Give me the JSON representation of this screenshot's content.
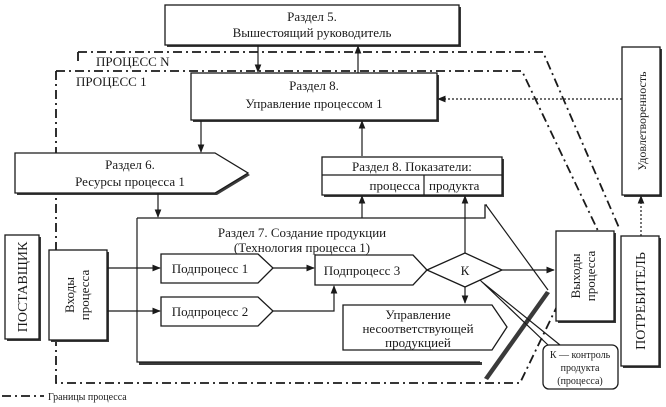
{
  "diagram": {
    "section5": {
      "line1": "Раздел 5.",
      "line2": "Вышестоящий руководитель"
    },
    "process_n_label": "ПРОЦЕСС N",
    "process_1_label": "ПРОЦЕСС 1",
    "section8_mgmt": {
      "line1": "Раздел 8.",
      "line2": "Управление процессом 1"
    },
    "section6": {
      "line1": "Раздел 6.",
      "line2": "Ресурсы процесса 1"
    },
    "section8_indicators": {
      "title": "Раздел 8. Показатели:",
      "col1": "процесса",
      "col2": "продукта"
    },
    "section7": {
      "line1": "Раздел 7. Создание продукции",
      "line2": "(Технология процесса 1)"
    },
    "supplier": "ПОСТАВЩИК",
    "inputs": {
      "line1": "Входы",
      "line2": "процесса"
    },
    "subprocess1": "Подпроцесс 1",
    "subprocess2": "Подпроцесс 2",
    "subprocess3": "Подпроцесс 3",
    "control_k": "К",
    "nonconforming": {
      "line1": "Управление",
      "line2": "несоответствующей",
      "line3": "продукцией"
    },
    "outputs": {
      "line1": "Выходы",
      "line2": "процесса"
    },
    "consumer": "ПОТРЕБИТЕЛЬ",
    "satisfaction": "Удовлетворенность",
    "callout": {
      "line1": "К — контроль",
      "line2": "продукта",
      "line3": "(процесса)"
    },
    "legend": {
      "label": "Границы процесса"
    }
  }
}
